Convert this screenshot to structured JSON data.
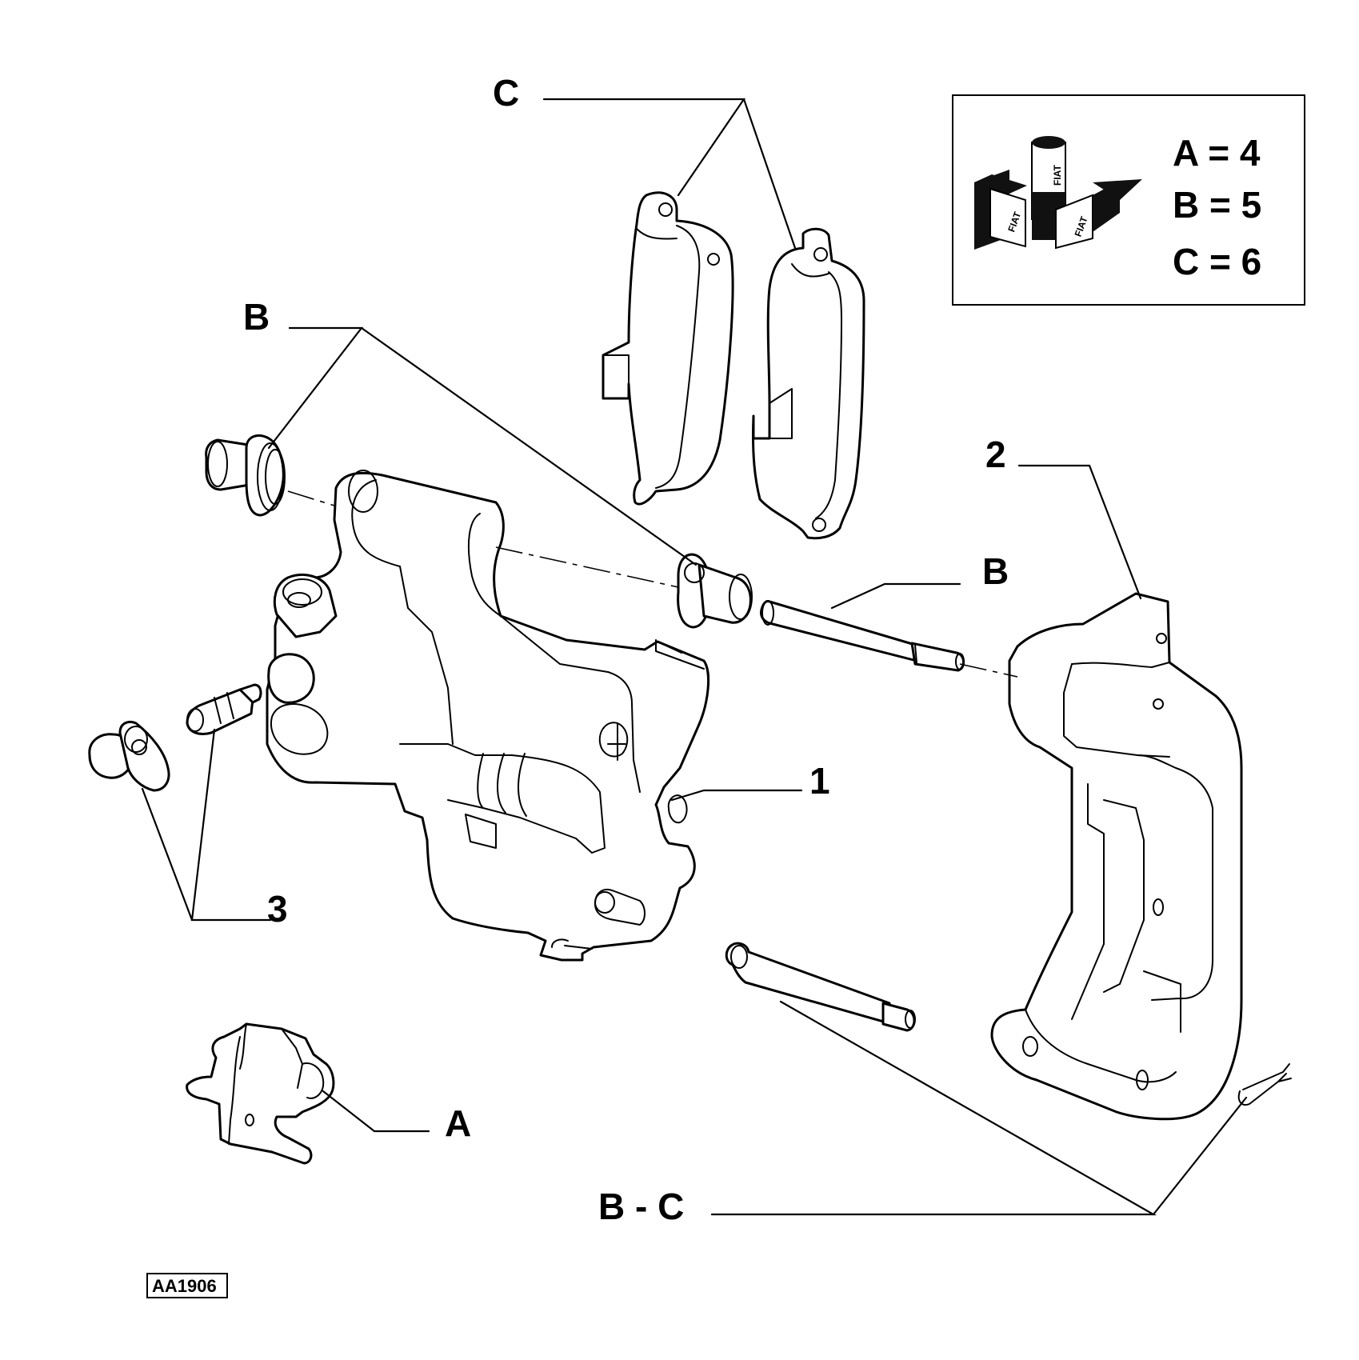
{
  "callouts": {
    "c_top": "C",
    "b_left": "B",
    "b_mid": "B",
    "two": "2",
    "one": "1",
    "three": "3",
    "a": "A",
    "bc": "B - C"
  },
  "legend": {
    "rows": [
      "A = 4",
      "B = 5",
      "C = 6"
    ],
    "logo_mark": "FIAT"
  },
  "reference_code": "AA1906"
}
